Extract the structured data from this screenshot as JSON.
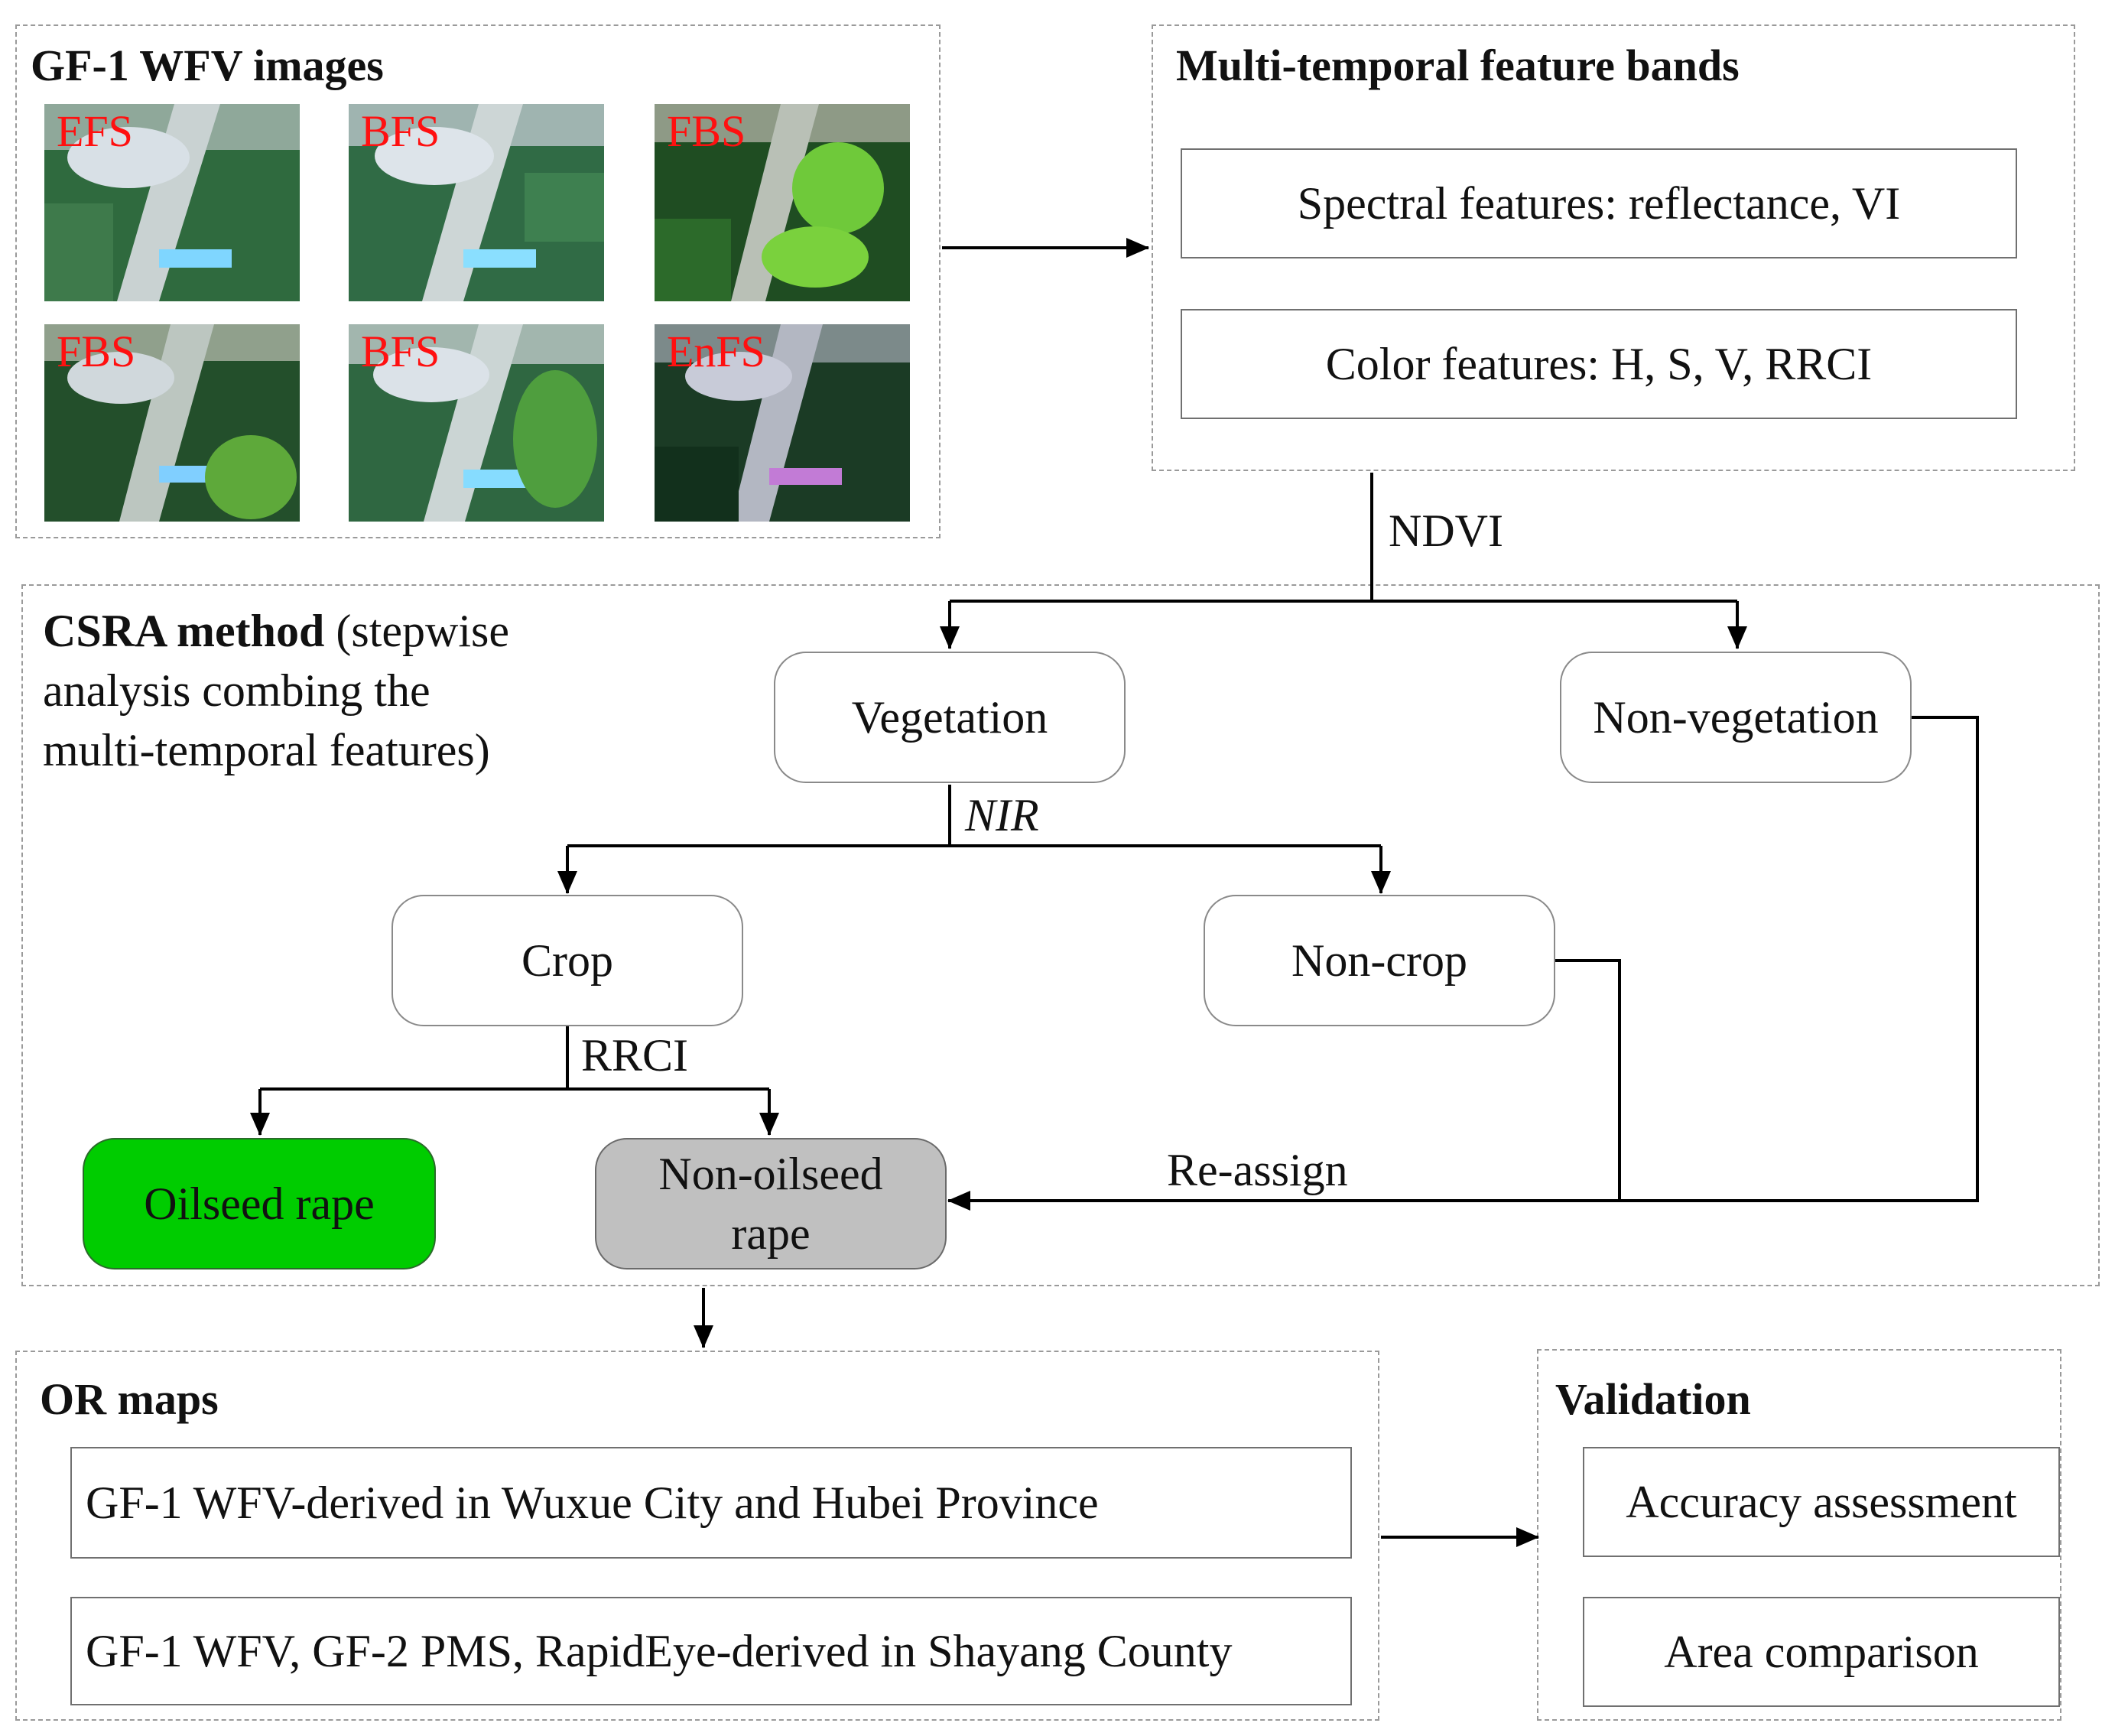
{
  "images_panel": {
    "title": "GF-1 WFV images",
    "thumbnails": [
      {
        "label": "EFS"
      },
      {
        "label": "BFS"
      },
      {
        "label": "FBS"
      },
      {
        "label": "FBS"
      },
      {
        "label": "BFS"
      },
      {
        "label": "EnFS"
      }
    ]
  },
  "features_panel": {
    "title": "Multi-temporal feature bands",
    "items": [
      "Spectral features: reflectance, VI",
      "Color features: H, S, V, RRCI"
    ]
  },
  "csra_panel": {
    "title_bold": "CSRA method",
    "title_rest_line1": " (stepwise",
    "title_line2": "analysis combing the",
    "title_line3": "multi-temporal features)"
  },
  "nodes": {
    "vegetation": "Vegetation",
    "non_vegetation": "Non-vegetation",
    "crop": "Crop",
    "non_crop": "Non-crop",
    "oilseed_rape": "Oilseed rape",
    "non_oilseed_line1": "Non-oilseed",
    "non_oilseed_line2": "rape"
  },
  "edge_labels": {
    "ndvi": "NDVI",
    "nir": "NIR",
    "rrci": "RRCI",
    "reassign": "Re-assign"
  },
  "or_maps_panel": {
    "title": "OR maps",
    "items": [
      "GF-1 WFV-derived in Wuxue City and Hubei Province",
      "GF-1 WFV, GF-2 PMS, RapidEye-derived in Shayang County"
    ]
  },
  "validation_panel": {
    "title": "Validation",
    "items": [
      "Accuracy assessment",
      "Area comparison"
    ]
  },
  "colors": {
    "label_red": "#ff1010",
    "oilseed_fill": "#00cc00",
    "non_oilseed_fill": "#c0c0c0",
    "panel_border": "#9a9a9a"
  }
}
